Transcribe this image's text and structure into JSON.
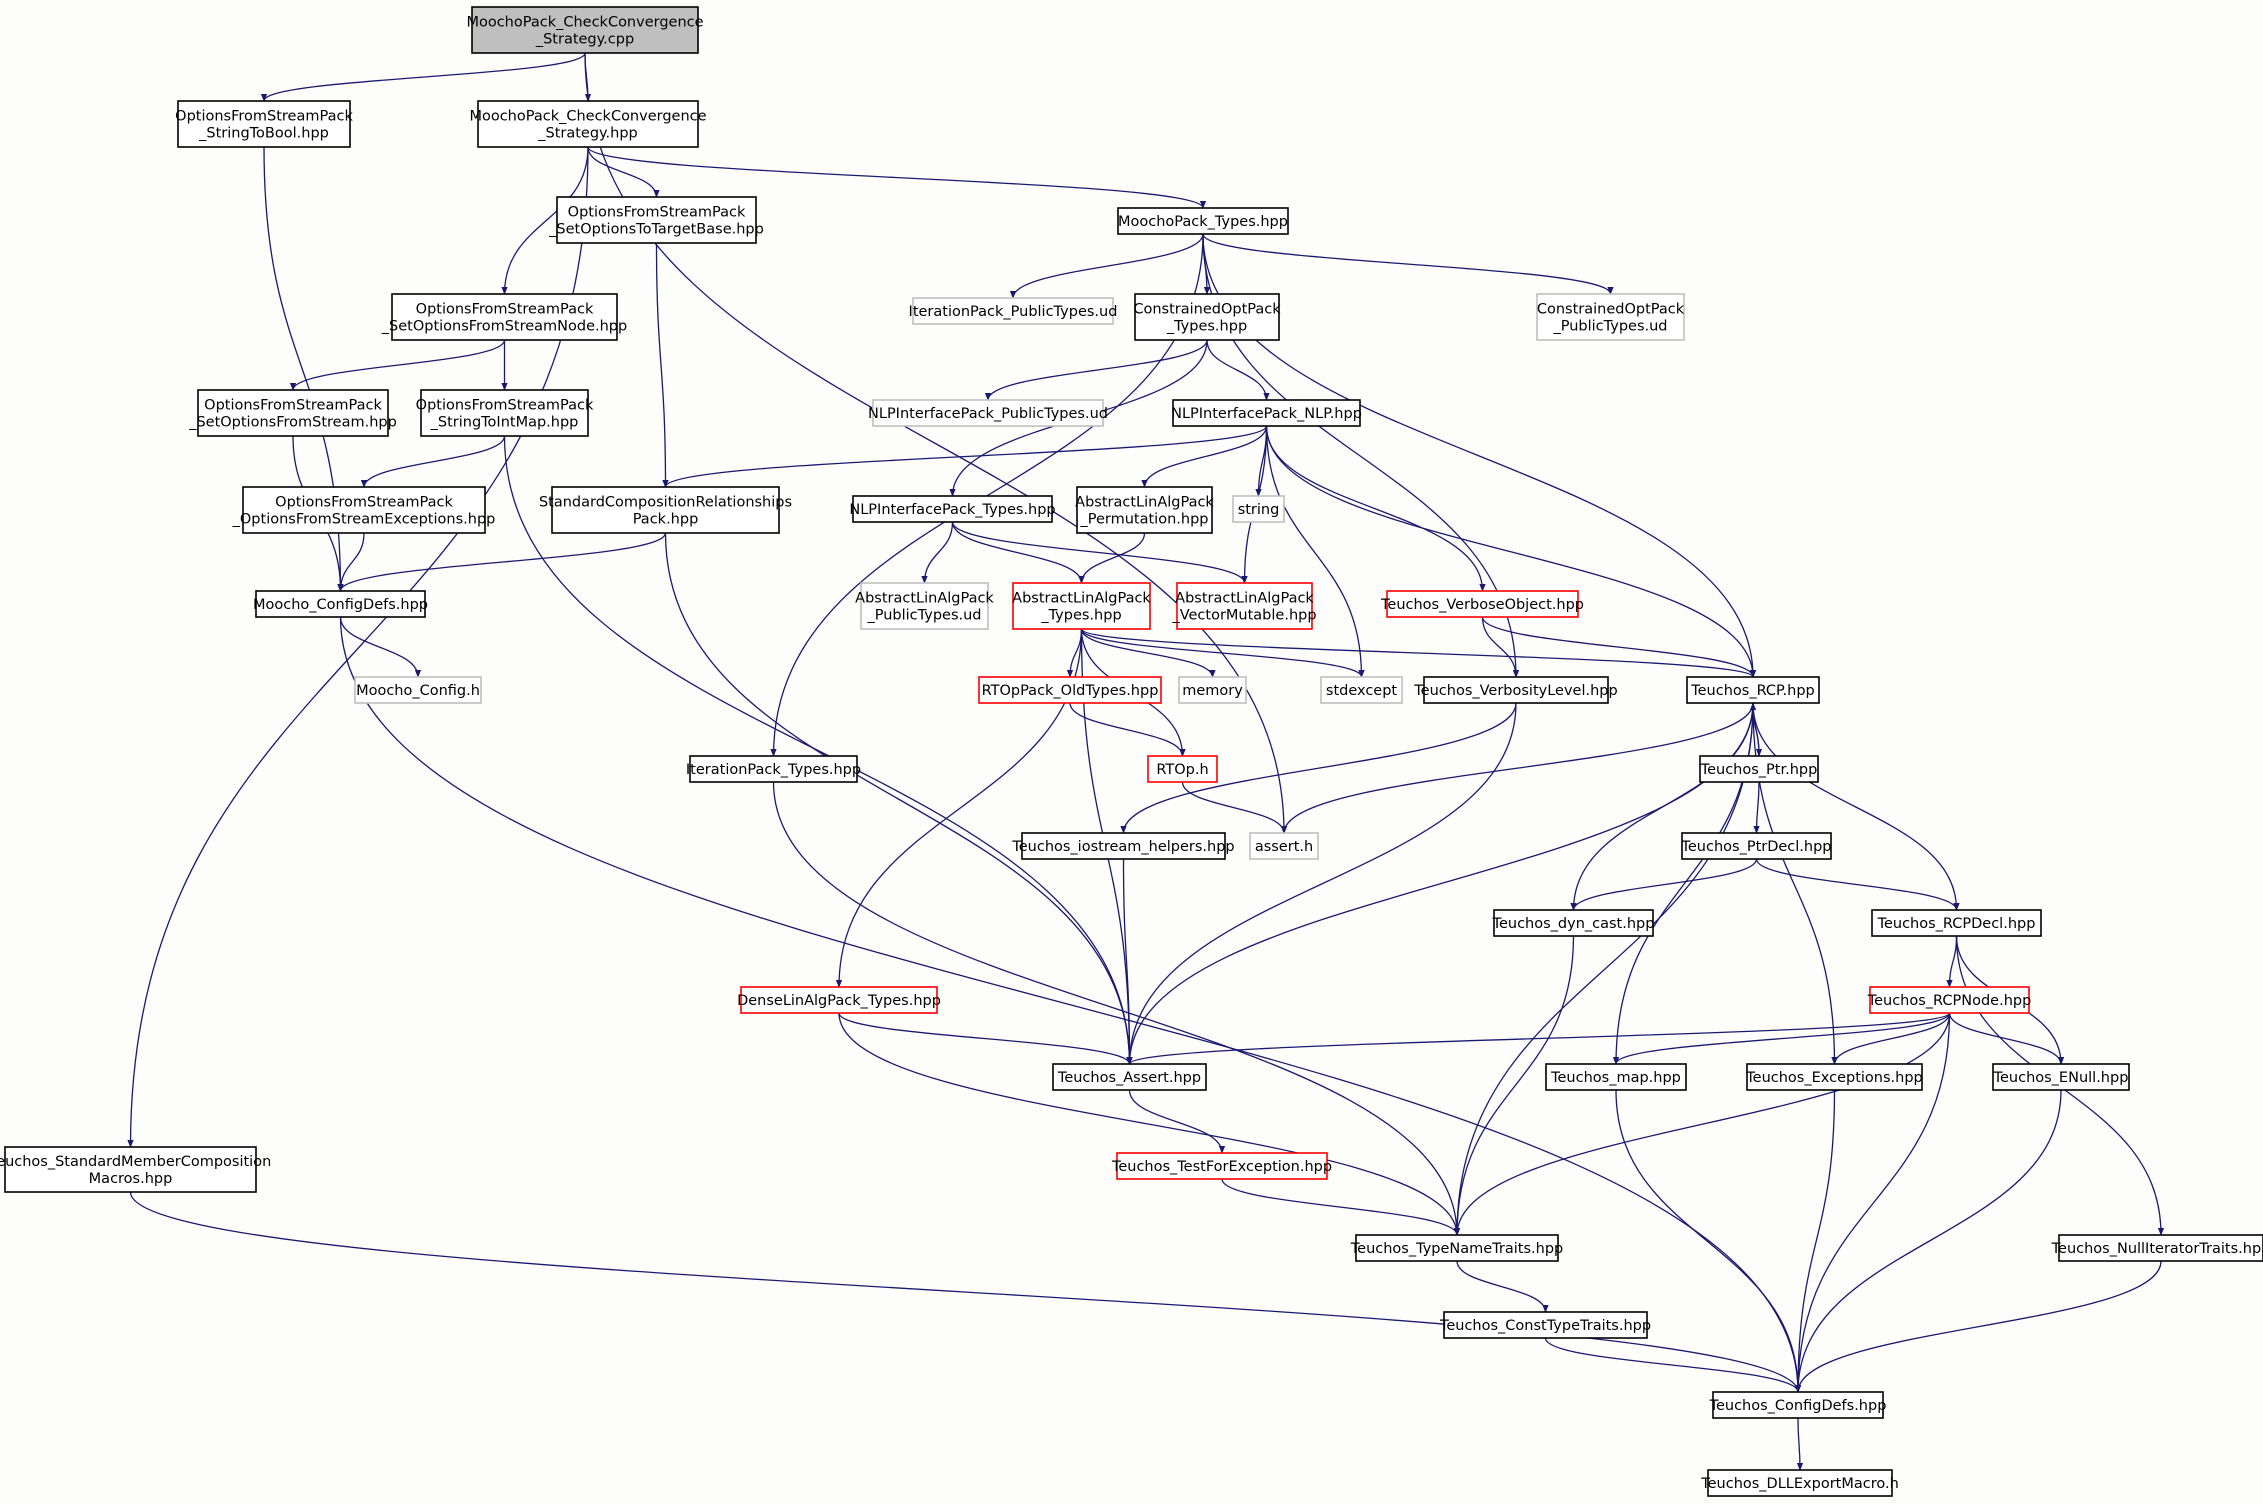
{
  "colors": {
    "background": "#fdfdfb",
    "edge": "#191970",
    "border_normal": "#000000",
    "border_truncated": "#ff0000",
    "border_external": "#bfbfbf",
    "fill_root": "#bfbfbf",
    "fill_normal": "#ffffff"
  },
  "nodes": [
    {
      "id": "root",
      "style": "root",
      "lines": [
        "MoochoPack_CheckConvergence",
        "_Strategy.cpp"
      ]
    },
    {
      "id": "ofsp_stringtobool",
      "style": "normal",
      "lines": [
        "OptionsFromStreamPack",
        "_StringToBool.hpp"
      ]
    },
    {
      "id": "mp_checkconv_hpp",
      "style": "normal",
      "lines": [
        "MoochoPack_CheckConvergence",
        "_Strategy.hpp"
      ]
    },
    {
      "id": "ofsp_setoptstotarget",
      "style": "normal",
      "lines": [
        "OptionsFromStreamPack",
        "_SetOptionsToTargetBase.hpp"
      ]
    },
    {
      "id": "mp_types",
      "style": "normal",
      "lines": [
        "MoochoPack_Types.hpp"
      ]
    },
    {
      "id": "ofsp_setoptsfromstreamnode",
      "style": "normal",
      "lines": [
        "OptionsFromStreamPack",
        "_SetOptionsFromStreamNode.hpp"
      ]
    },
    {
      "id": "iterpack_publictypes",
      "style": "external",
      "lines": [
        "IterationPack_PublicTypes.ud"
      ]
    },
    {
      "id": "constrainedopt_types",
      "style": "normal",
      "lines": [
        "ConstrainedOptPack",
        "_Types.hpp"
      ]
    },
    {
      "id": "constrainedopt_publictypes",
      "style": "external",
      "lines": [
        "ConstrainedOptPack",
        "_PublicTypes.ud"
      ]
    },
    {
      "id": "ofsp_setoptsfromstream",
      "style": "normal",
      "lines": [
        "OptionsFromStreamPack",
        "_SetOptionsFromStream.hpp"
      ]
    },
    {
      "id": "ofsp_stringtointmap",
      "style": "normal",
      "lines": [
        "OptionsFromStreamPack",
        "_StringToIntMap.hpp"
      ]
    },
    {
      "id": "nlpif_publictypes",
      "style": "external",
      "lines": [
        "NLPInterfacePack_PublicTypes.ud"
      ]
    },
    {
      "id": "nlpif_nlp",
      "style": "normal",
      "lines": [
        "NLPInterfacePack_NLP.hpp"
      ]
    },
    {
      "id": "ofsp_exceptions",
      "style": "normal",
      "lines": [
        "OptionsFromStreamPack",
        "_OptionsFromStreamExceptions.hpp"
      ]
    },
    {
      "id": "stdcomp",
      "style": "normal",
      "lines": [
        "StandardCompositionRelationships",
        "Pack.hpp"
      ]
    },
    {
      "id": "nlpif_types",
      "style": "normal",
      "lines": [
        "NLPInterfacePack_Types.hpp"
      ]
    },
    {
      "id": "ala_perm",
      "style": "normal",
      "lines": [
        "AbstractLinAlgPack",
        "_Permutation.hpp"
      ]
    },
    {
      "id": "string",
      "style": "external",
      "lines": [
        "string"
      ]
    },
    {
      "id": "moocho_configdefs",
      "style": "normal",
      "lines": [
        "Moocho_ConfigDefs.hpp"
      ]
    },
    {
      "id": "ala_publictypes",
      "style": "external",
      "lines": [
        "AbstractLinAlgPack",
        "_PublicTypes.ud"
      ]
    },
    {
      "id": "ala_types",
      "style": "truncated",
      "lines": [
        "AbstractLinAlgPack",
        "_Types.hpp"
      ]
    },
    {
      "id": "ala_vecmut",
      "style": "truncated",
      "lines": [
        "AbstractLinAlgPack",
        "_VectorMutable.hpp"
      ]
    },
    {
      "id": "verbose_object",
      "style": "truncated",
      "lines": [
        "Teuchos_VerboseObject.hpp"
      ]
    },
    {
      "id": "moocho_config",
      "style": "external",
      "lines": [
        "Moocho_Config.h"
      ]
    },
    {
      "id": "memory",
      "style": "external",
      "lines": [
        "memory"
      ]
    },
    {
      "id": "stdexcept",
      "style": "external",
      "lines": [
        "stdexcept"
      ]
    },
    {
      "id": "verbosity_level",
      "style": "normal",
      "lines": [
        "Teuchos_VerbosityLevel.hpp"
      ]
    },
    {
      "id": "teuchos_rcp",
      "style": "normal",
      "lines": [
        "Teuchos_RCP.hpp"
      ]
    },
    {
      "id": "rtop_oldtypes",
      "style": "truncated",
      "lines": [
        "RTOpPack_OldTypes.hpp"
      ]
    },
    {
      "id": "iterpack_types",
      "style": "normal",
      "lines": [
        "IterationPack_Types.hpp"
      ]
    },
    {
      "id": "rtop_h",
      "style": "truncated",
      "lines": [
        "RTOp.h"
      ]
    },
    {
      "id": "teuchos_ptr",
      "style": "normal",
      "lines": [
        "Teuchos_Ptr.hpp"
      ]
    },
    {
      "id": "iostream_helpers",
      "style": "normal",
      "lines": [
        "Teuchos_iostream_helpers.hpp"
      ]
    },
    {
      "id": "assert_h",
      "style": "external",
      "lines": [
        "assert.h"
      ]
    },
    {
      "id": "ptrdecl",
      "style": "normal",
      "lines": [
        "Teuchos_PtrDecl.hpp"
      ]
    },
    {
      "id": "dyn_cast",
      "style": "normal",
      "lines": [
        "Teuchos_dyn_cast.hpp"
      ]
    },
    {
      "id": "rcpdecl",
      "style": "normal",
      "lines": [
        "Teuchos_RCPDecl.hpp"
      ]
    },
    {
      "id": "dla_types",
      "style": "truncated",
      "lines": [
        "DenseLinAlgPack_Types.hpp"
      ]
    },
    {
      "id": "rcpnode",
      "style": "truncated",
      "lines": [
        "Teuchos_RCPNode.hpp"
      ]
    },
    {
      "id": "teuchos_assert",
      "style": "normal",
      "lines": [
        "Teuchos_Assert.hpp"
      ]
    },
    {
      "id": "teuchos_map",
      "style": "normal",
      "lines": [
        "Teuchos_map.hpp"
      ]
    },
    {
      "id": "teuchos_exceptions",
      "style": "normal",
      "lines": [
        "Teuchos_Exceptions.hpp"
      ]
    },
    {
      "id": "teuchos_enull",
      "style": "normal",
      "lines": [
        "Teuchos_ENull.hpp"
      ]
    },
    {
      "id": "stdmembercomp",
      "style": "normal",
      "lines": [
        "Teuchos_StandardMemberComposition",
        "Macros.hpp"
      ]
    },
    {
      "id": "testforexception",
      "style": "truncated",
      "lines": [
        "Teuchos_TestForException.hpp"
      ]
    },
    {
      "id": "typenametraits",
      "style": "normal",
      "lines": [
        "Teuchos_TypeNameTraits.hpp"
      ]
    },
    {
      "id": "nulliteratortraits",
      "style": "normal",
      "lines": [
        "Teuchos_NullIteratorTraits.hpp"
      ]
    },
    {
      "id": "consttypetraits",
      "style": "normal",
      "lines": [
        "Teuchos_ConstTypeTraits.hpp"
      ]
    },
    {
      "id": "teuchos_configdefs",
      "style": "normal",
      "lines": [
        "Teuchos_ConfigDefs.hpp"
      ]
    },
    {
      "id": "dllexport",
      "style": "normal",
      "lines": [
        "Teuchos_DLLExportMacro.h"
      ]
    }
  ],
  "edges": [
    [
      "root",
      "ofsp_stringtobool"
    ],
    [
      "root",
      "mp_checkconv_hpp"
    ],
    [
      "root",
      "assert_h"
    ],
    [
      "ofsp_stringtobool",
      "moocho_configdefs"
    ],
    [
      "mp_checkconv_hpp",
      "ofsp_setoptstotarget"
    ],
    [
      "mp_checkconv_hpp",
      "mp_types"
    ],
    [
      "mp_checkconv_hpp",
      "ofsp_setoptsfromstreamnode"
    ],
    [
      "mp_checkconv_hpp",
      "stdmembercomp"
    ],
    [
      "ofsp_setoptstotarget",
      "stdcomp"
    ],
    [
      "mp_types",
      "iterpack_publictypes"
    ],
    [
      "mp_types",
      "constrainedopt_types"
    ],
    [
      "mp_types",
      "constrainedopt_publictypes"
    ],
    [
      "mp_types",
      "iterpack_types"
    ],
    [
      "mp_types",
      "verbosity_level"
    ],
    [
      "mp_types",
      "teuchos_rcp"
    ],
    [
      "ofsp_setoptsfromstreamnode",
      "ofsp_setoptsfromstream"
    ],
    [
      "ofsp_setoptsfromstreamnode",
      "ofsp_stringtointmap"
    ],
    [
      "constrainedopt_types",
      "nlpif_publictypes"
    ],
    [
      "constrainedopt_types",
      "nlpif_nlp"
    ],
    [
      "constrainedopt_types",
      "nlpif_types"
    ],
    [
      "ofsp_setoptsfromstream",
      "moocho_configdefs"
    ],
    [
      "ofsp_stringtointmap",
      "ofsp_exceptions"
    ],
    [
      "ofsp_stringtointmap",
      "teuchos_assert"
    ],
    [
      "nlpif_nlp",
      "stdcomp"
    ],
    [
      "nlpif_nlp",
      "ala_perm"
    ],
    [
      "nlpif_nlp",
      "string"
    ],
    [
      "nlpif_nlp",
      "ala_vecmut"
    ],
    [
      "nlpif_nlp",
      "verbose_object"
    ],
    [
      "nlpif_nlp",
      "stdexcept"
    ],
    [
      "nlpif_nlp",
      "teuchos_rcp"
    ],
    [
      "ofsp_exceptions",
      "moocho_configdefs"
    ],
    [
      "stdcomp",
      "moocho_configdefs"
    ],
    [
      "stdcomp",
      "teuchos_assert"
    ],
    [
      "nlpif_types",
      "ala_publictypes"
    ],
    [
      "nlpif_types",
      "ala_types"
    ],
    [
      "nlpif_types",
      "ala_vecmut"
    ],
    [
      "ala_perm",
      "ala_types"
    ],
    [
      "moocho_configdefs",
      "moocho_config"
    ],
    [
      "moocho_configdefs",
      "teuchos_configdefs"
    ],
    [
      "ala_types",
      "rtop_oldtypes"
    ],
    [
      "ala_types",
      "memory"
    ],
    [
      "ala_types",
      "stdexcept"
    ],
    [
      "ala_types",
      "teuchos_rcp"
    ],
    [
      "ala_types",
      "rtop_h"
    ],
    [
      "ala_types",
      "dla_types"
    ],
    [
      "ala_types",
      "teuchos_assert"
    ],
    [
      "verbose_object",
      "verbosity_level"
    ],
    [
      "verbose_object",
      "teuchos_rcp"
    ],
    [
      "verbosity_level",
      "iostream_helpers"
    ],
    [
      "verbosity_level",
      "teuchos_assert"
    ],
    [
      "teuchos_rcp",
      "teuchos_ptr"
    ],
    [
      "teuchos_rcp",
      "assert_h"
    ],
    [
      "teuchos_rcp",
      "dyn_cast"
    ],
    [
      "teuchos_rcp",
      "rcpdecl"
    ],
    [
      "teuchos_rcp",
      "teuchos_assert"
    ],
    [
      "teuchos_rcp",
      "teuchos_map"
    ],
    [
      "teuchos_rcp",
      "teuchos_exceptions"
    ],
    [
      "teuchos_rcp",
      "typenametraits"
    ],
    [
      "rtop_oldtypes",
      "rtop_h"
    ],
    [
      "rtop_h",
      "assert_h"
    ],
    [
      "iterpack_types",
      "typenametraits"
    ],
    [
      "teuchos_ptr",
      "teuchos_rcp"
    ],
    [
      "teuchos_ptr",
      "ptrdecl"
    ],
    [
      "iostream_helpers",
      "teuchos_assert"
    ],
    [
      "ptrdecl",
      "dyn_cast"
    ],
    [
      "ptrdecl",
      "rcpdecl"
    ],
    [
      "dyn_cast",
      "typenametraits"
    ],
    [
      "rcpdecl",
      "rcpnode"
    ],
    [
      "rcpdecl",
      "teuchos_enull"
    ],
    [
      "rcpdecl",
      "nulliteratortraits"
    ],
    [
      "dla_types",
      "teuchos_assert"
    ],
    [
      "dla_types",
      "typenametraits"
    ],
    [
      "rcpnode",
      "teuchos_assert"
    ],
    [
      "rcpnode",
      "teuchos_map"
    ],
    [
      "rcpnode",
      "teuchos_exceptions"
    ],
    [
      "rcpnode",
      "teuchos_enull"
    ],
    [
      "rcpnode",
      "typenametraits"
    ],
    [
      "rcpnode",
      "teuchos_configdefs"
    ],
    [
      "teuchos_assert",
      "testforexception"
    ],
    [
      "teuchos_map",
      "teuchos_configdefs"
    ],
    [
      "teuchos_exceptions",
      "teuchos_configdefs"
    ],
    [
      "teuchos_enull",
      "teuchos_configdefs"
    ],
    [
      "stdmembercomp",
      "teuchos_configdefs"
    ],
    [
      "testforexception",
      "typenametraits"
    ],
    [
      "typenametraits",
      "consttypetraits"
    ],
    [
      "nulliteratortraits",
      "teuchos_configdefs"
    ],
    [
      "consttypetraits",
      "teuchos_configdefs"
    ],
    [
      "teuchos_configdefs",
      "dllexport"
    ]
  ]
}
